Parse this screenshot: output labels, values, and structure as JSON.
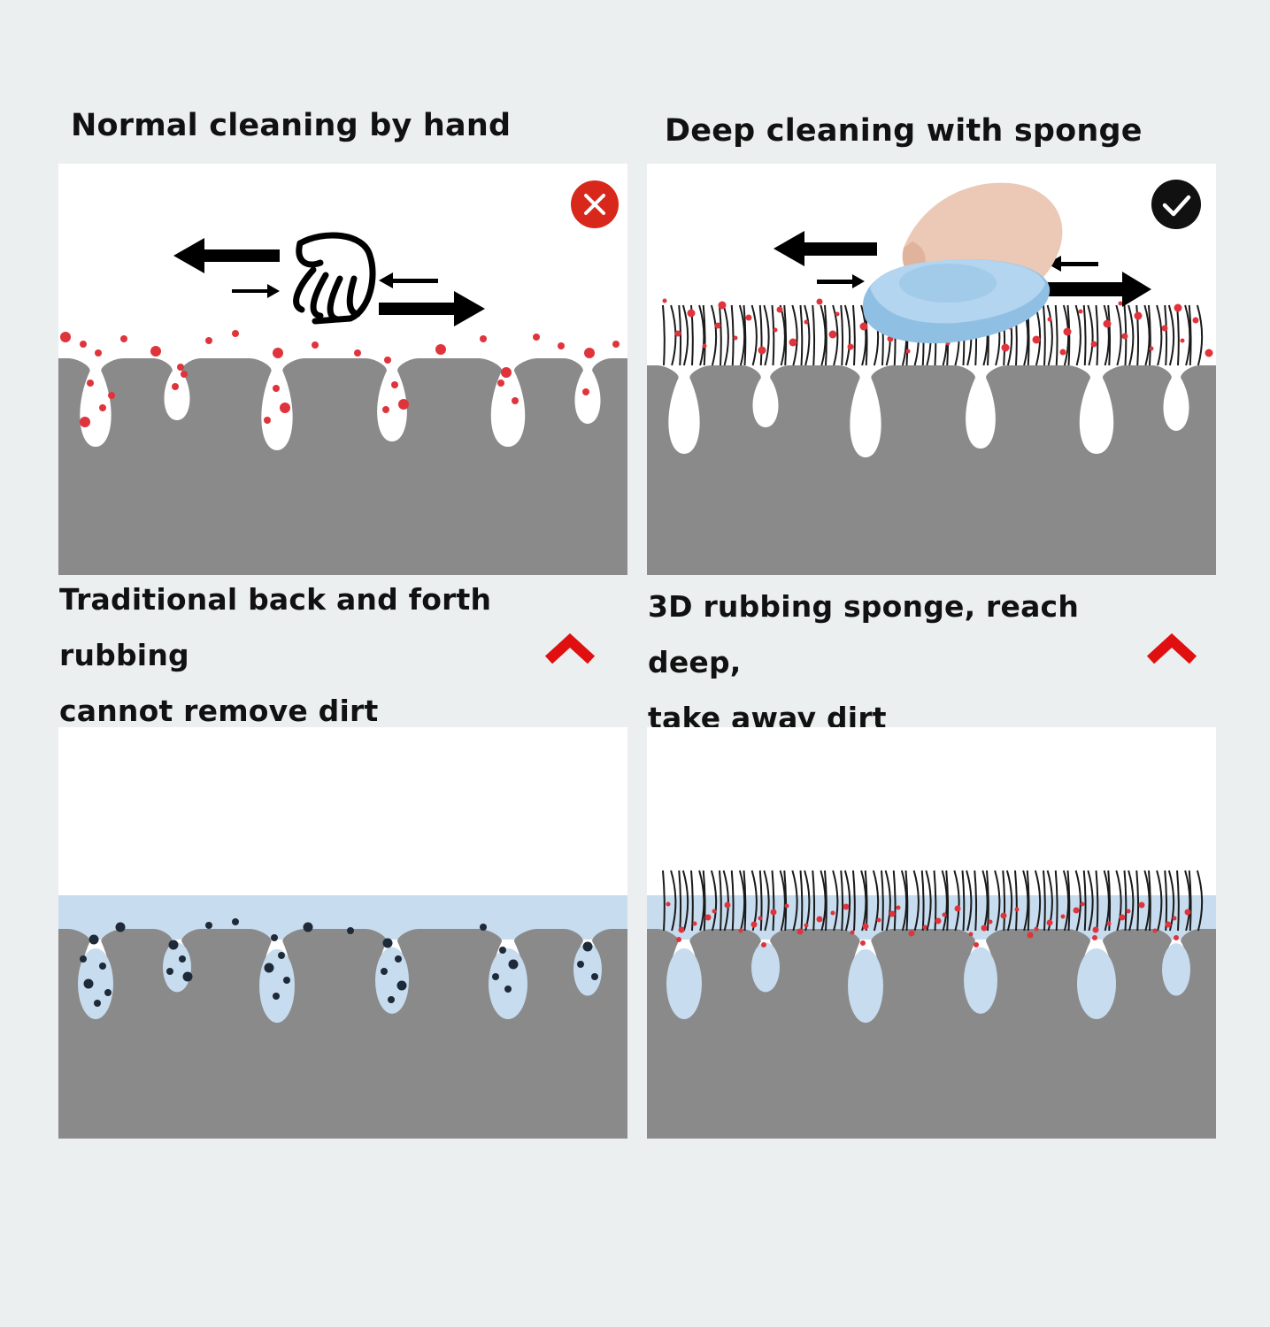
{
  "left": {
    "heading": "Normal cleaning by hand",
    "caption_line1": "Traditional back and forth rubbing",
    "caption_line2": "cannot remove dirt",
    "status_icon": "cross-circle-icon"
  },
  "right": {
    "heading": "Deep cleaning with sponge",
    "caption_line1": "3D rubbing sponge, reach deep,",
    "caption_line2": "take away dirt",
    "status_icon": "check-circle-icon"
  },
  "colors": {
    "background": "#ebeff0",
    "surface_gray": "#8a8a8a",
    "water_blue": "#c7dcee",
    "dirt_red": "#e0343c",
    "dirt_black": "#1e2a38",
    "cross_badge": "#d8281c",
    "check_badge": "#111111",
    "chevron_red": "#e01010",
    "sponge_blue": "#8fc0e4"
  }
}
